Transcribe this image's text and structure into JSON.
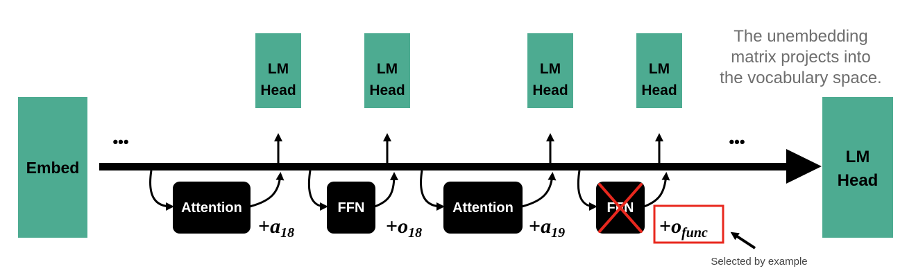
{
  "colors": {
    "teal": "#4dab91",
    "black": "#000000",
    "red": "#e8281e",
    "caption_gray": "#6e6e6e"
  },
  "embed": {
    "label": "Embed"
  },
  "lm_heads": [
    {
      "line1": "LM",
      "line2": "Head"
    },
    {
      "line1": "LM",
      "line2": "Head"
    },
    {
      "line1": "LM",
      "line2": "Head"
    },
    {
      "line1": "LM",
      "line2": "Head"
    }
  ],
  "final_head": {
    "line1": "LM",
    "line2": "Head"
  },
  "ellipsis": "•••",
  "modules": [
    {
      "label": "Attention",
      "plus": "+",
      "var": "a",
      "sub": "18"
    },
    {
      "label": "FFN",
      "plus": "+",
      "var": "o",
      "sub": "18"
    },
    {
      "label": "Attention",
      "plus": "+",
      "var": "a",
      "sub": "19"
    },
    {
      "label": "FFN",
      "plus": "+",
      "var": "o",
      "sub": "func",
      "crossed": true
    }
  ],
  "caption": {
    "line1": "The unembedding",
    "line2": "matrix projects into",
    "line3": "the vocabulary space."
  },
  "selected_note": "Selected by example"
}
